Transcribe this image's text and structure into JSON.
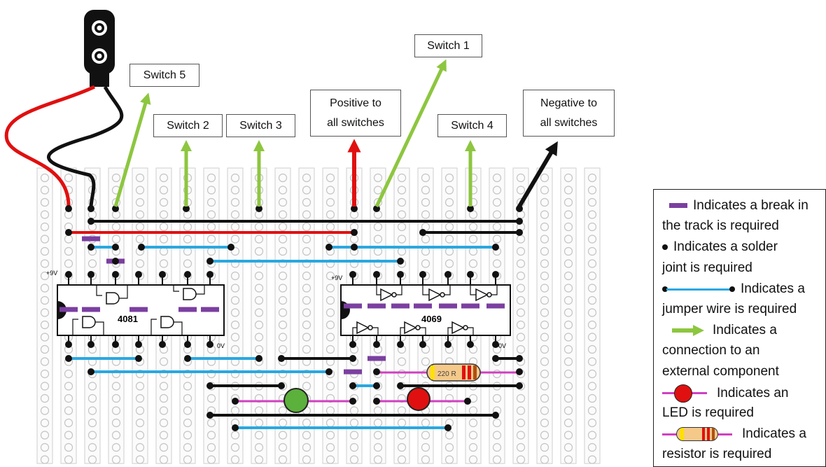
{
  "labels": {
    "switch5": "Switch 5",
    "switch2": "Switch 2",
    "switch3": "Switch 3",
    "positive": [
      "Positive to",
      "all switches"
    ],
    "switch1": "Switch 1",
    "switch4": "Switch 4",
    "negative": [
      "Negative to",
      "all switches"
    ]
  },
  "chips": {
    "left": "4081",
    "right": "4069",
    "left_plus": "+9V",
    "left_zero": "0V",
    "right_plus": "+9V",
    "right_zero": "0V"
  },
  "resistor_label": "220 R",
  "legend": {
    "break_1": "Indicates a break in",
    "break_2": "the track is required",
    "solder_1": "Indicates a solder",
    "solder_2": "joint is required",
    "jumper_1": "Indicates a",
    "jumper_2": "jumper wire is required",
    "conn_1": "Indicates a",
    "conn_2": "connection to an",
    "conn_3": "external component",
    "led_1": "Indicates an",
    "led_2": "LED is required",
    "res_1": "Indicates a",
    "res_2": "resistor is required"
  },
  "colors": {
    "break": "#7b3fa0",
    "jumper": "#2aa8e0",
    "arrow": "#8dc63f",
    "positive": "#e01010",
    "negative": "#111111",
    "led_green": "#5cb03c",
    "led_red": "#e01010",
    "resistor_body": "#f4c98a",
    "resistor_lead": "#d040c0"
  }
}
